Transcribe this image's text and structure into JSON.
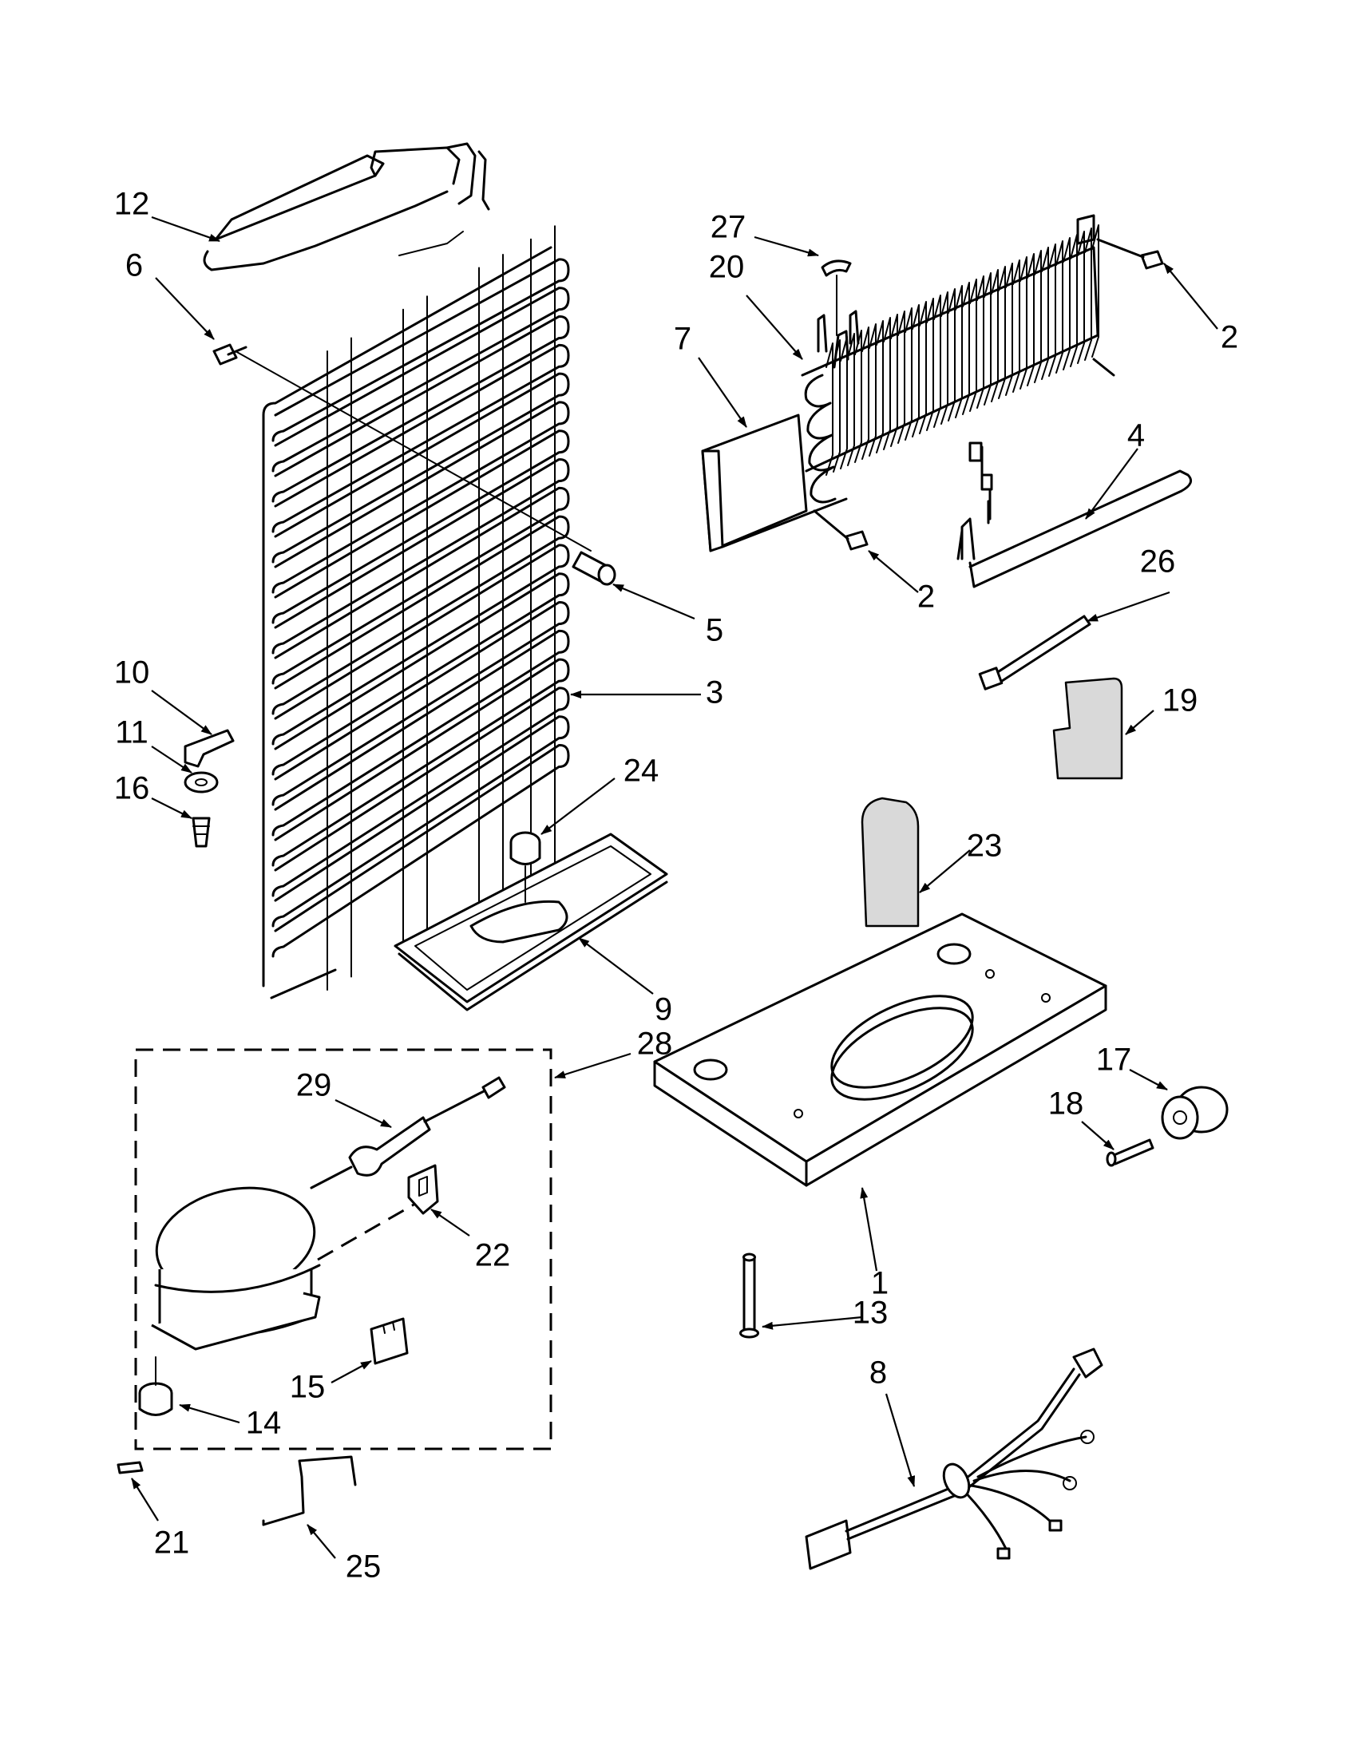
{
  "diagram": {
    "callouts": [
      {
        "id": "c12",
        "text": "12"
      },
      {
        "id": "c6",
        "text": "6"
      },
      {
        "id": "c27",
        "text": "27"
      },
      {
        "id": "c20",
        "text": "20"
      },
      {
        "id": "c7",
        "text": "7"
      },
      {
        "id": "c2a",
        "text": "2"
      },
      {
        "id": "c2b",
        "text": "2"
      },
      {
        "id": "c4",
        "text": "4"
      },
      {
        "id": "c26",
        "text": "26"
      },
      {
        "id": "c5",
        "text": "5"
      },
      {
        "id": "c3",
        "text": "3"
      },
      {
        "id": "c10",
        "text": "10"
      },
      {
        "id": "c11",
        "text": "11"
      },
      {
        "id": "c16",
        "text": "16"
      },
      {
        "id": "c19",
        "text": "19"
      },
      {
        "id": "c24",
        "text": "24"
      },
      {
        "id": "c23",
        "text": "23"
      },
      {
        "id": "c9",
        "text": "9"
      },
      {
        "id": "c28",
        "text": "28"
      },
      {
        "id": "c29",
        "text": "29"
      },
      {
        "id": "c17",
        "text": "17"
      },
      {
        "id": "c18",
        "text": "18"
      },
      {
        "id": "c22",
        "text": "22"
      },
      {
        "id": "c1",
        "text": "1"
      },
      {
        "id": "c13",
        "text": "13"
      },
      {
        "id": "c15",
        "text": "15"
      },
      {
        "id": "c14",
        "text": "14"
      },
      {
        "id": "c8",
        "text": "8"
      },
      {
        "id": "c21",
        "text": "21"
      },
      {
        "id": "c25",
        "text": "25"
      }
    ]
  }
}
